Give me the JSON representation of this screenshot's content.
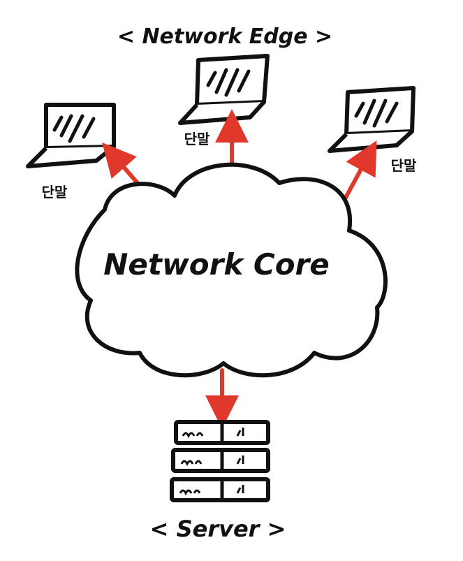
{
  "diagram": {
    "edge_title": "< Network Edge >",
    "core_label": "Network Core",
    "server_label": "< Server >",
    "terminals": [
      {
        "label": "단말"
      },
      {
        "label": "단말"
      },
      {
        "label": "단말"
      }
    ]
  },
  "colors": {
    "stroke": "#111111",
    "arrow": "#e0392b",
    "background": "#ffffff"
  },
  "icons": [
    "laptop-icon",
    "cloud-icon",
    "server-rack-icon",
    "arrow-icon"
  ]
}
